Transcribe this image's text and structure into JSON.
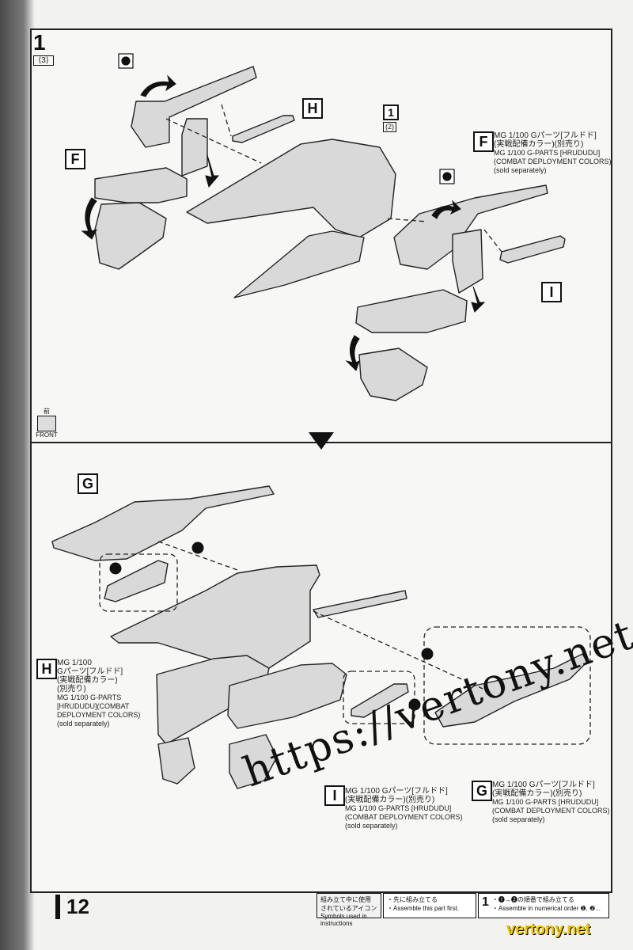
{
  "page": {
    "page_number": "12",
    "step_number": "1",
    "step_sub": "⟨3⟩"
  },
  "labels": {
    "H_top": "H",
    "F_left": "F",
    "F_right": "F",
    "I_right": "I",
    "ref_1": "1",
    "ref_1_sub": "(2)",
    "G_top": "G",
    "H_bottom": "H",
    "I_bottom": "I",
    "G_bottom": "G",
    "order_1": "❶",
    "order_2": "❷"
  },
  "notes": {
    "f_right": {
      "jp_line1": "MG 1/100 Gパーツ[フルドド]",
      "jp_line2": "(実戦配備カラー)(別売り)",
      "en_line1": "MG 1/100 G-PARTS [HRUDUDU]",
      "en_line2": "(COMBAT DEPLOYMENT COLORS)",
      "en_line3": "(sold separately)"
    },
    "h_bottom": {
      "jp_line1": "MG 1/100",
      "jp_line2": "Gパーツ[フルドド]",
      "jp_line3": "(実戦配備カラー)",
      "jp_line4": "(別売り)",
      "en_line1": "MG 1/100 G-PARTS",
      "en_line2": "[HRUDUDU](COMBAT",
      "en_line3": "DEPLOYMENT COLORS)",
      "en_line4": "(sold separately)"
    },
    "i_bottom": {
      "jp_line1": "MG 1/100 Gパーツ[フルドド]",
      "jp_line2": "(実戦配備カラー)(別売り)",
      "en_line1": "MG 1/100 G-PARTS [HRUDUDU]",
      "en_line2": "(COMBAT DEPLOYMENT COLORS)",
      "en_line3": "(sold separately)"
    },
    "g_bottom": {
      "jp_line1": "MG 1/100 Gパーツ[フルドド]",
      "jp_line2": "(実戦配備カラー)(別売り)",
      "en_line1": "MG 1/100 G-PARTS [HRUDUDU]",
      "en_line2": "(COMBAT DEPLOYMENT COLORS)",
      "en_line3": "(sold separately)"
    }
  },
  "front_icon": {
    "jp": "前",
    "en": "FRONT"
  },
  "legend": {
    "title_jp1": "組み立て中に使用",
    "title_jp2": "されているアイコン",
    "title_en": "Symbols used in instructions",
    "item1_jp": "・先に組み立てる",
    "item1_en": "・Assemble this part first.",
    "item2_num": "1",
    "item2_jp": "・❶→❷の順番で組み立てる",
    "item2_en": "・Assemble in numerical order ❶, ❷..."
  },
  "watermark": {
    "url": "https://vertony.net/",
    "site": "vertony.net"
  }
}
